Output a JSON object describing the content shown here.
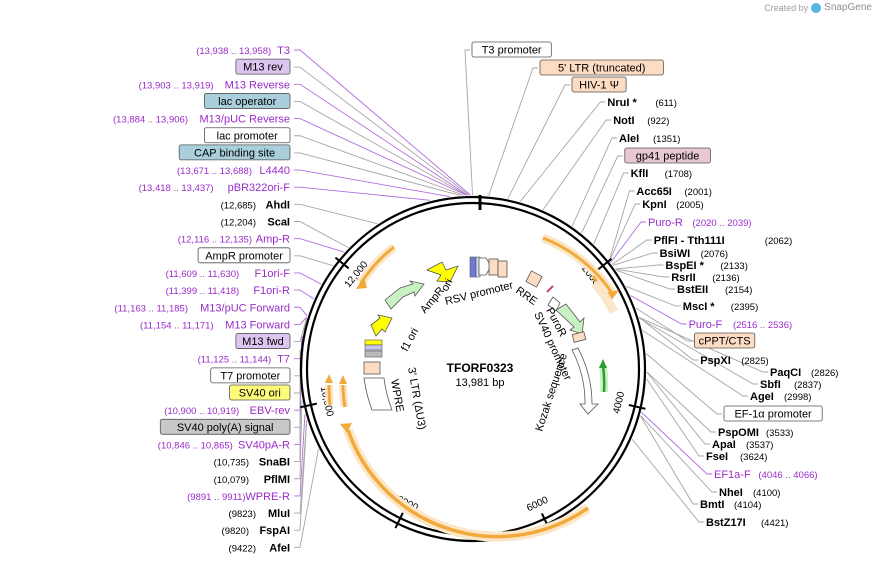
{
  "branding": {
    "created_by": "Created by",
    "app": "SnapGene"
  },
  "plasmid": {
    "name": "TFORF0323",
    "size_text": "13,981 bp",
    "total_bp": 13981
  },
  "colors": {
    "enzyme": "#000000",
    "primer": "#9b2bc9",
    "line": "#a6a6a6",
    "primer_line": "#b36de0",
    "orf_fill": "#f2a93a",
    "orf_halo": "#fbe7c8",
    "lac_fill": "#a9cfdc",
    "m13_fill": "#dcc5f0",
    "ltr_fill": "#fcdcc2",
    "gp41_fill": "#e8c9d2",
    "sv40ori_fill": "#fcfc7a",
    "polyA_fill": "#c8c8c8",
    "plain_fill": "#ffffff",
    "green_feat": "#c9f2c4",
    "yellow_feat": "#ffff00"
  },
  "ticks": [
    {
      "bp": 2000,
      "label": "2000"
    },
    {
      "bp": 4000,
      "label": "4000"
    },
    {
      "bp": 6000,
      "label": "6000"
    },
    {
      "bp": 8000,
      "label": "8000"
    },
    {
      "bp": 10000,
      "label": "10,000"
    },
    {
      "bp": 12000,
      "label": "12,000"
    }
  ],
  "inner_features": [
    {
      "label": "ori"
    },
    {
      "label": "AmpR"
    },
    {
      "label": "f1 ori"
    },
    {
      "label": "RSV promoter"
    },
    {
      "label": "RRE"
    },
    {
      "label": "PuroR"
    },
    {
      "label": "SV40 promoter"
    },
    {
      "label": "Kozak sequence"
    },
    {
      "label": "3' LTR (ΔU3)"
    },
    {
      "label": "WPRE"
    }
  ],
  "left_labels": [
    {
      "kind": "primer",
      "range": "(13,938 .. 13,958)",
      "name": "T3",
      "bp": 13948
    },
    {
      "kind": "box",
      "box": "m13",
      "name": "M13 rev",
      "bp": 13930
    },
    {
      "kind": "primer",
      "range": "(13,903 .. 13,919)",
      "name": "M13 Reverse",
      "bp": 13911
    },
    {
      "kind": "box",
      "box": "lac",
      "name": "lac operator",
      "bp": 13900
    },
    {
      "kind": "primer",
      "range": "(13,884 .. 13,906)",
      "name": "M13/pUC Reverse",
      "bp": 13895
    },
    {
      "kind": "box",
      "box": "plain",
      "name": "lac promoter",
      "bp": 13860
    },
    {
      "kind": "box",
      "box": "lac",
      "name": "CAP binding site",
      "bp": 13820
    },
    {
      "kind": "primer",
      "range": "(13,671 .. 13,688)",
      "name": "L4440",
      "bp": 13680
    },
    {
      "kind": "primer",
      "range": "(13,418 .. 13,437)",
      "name": "pBR322ori-F",
      "bp": 13428
    },
    {
      "kind": "enzyme",
      "range": "(12,685)",
      "name": "AhdI",
      "bp": 12685
    },
    {
      "kind": "enzyme",
      "range": "(12,204)",
      "name": "ScaI",
      "bp": 12204
    },
    {
      "kind": "primer",
      "range": "(12,116 .. 12,135)",
      "name": "Amp-R",
      "bp": 12126
    },
    {
      "kind": "box",
      "box": "plain",
      "name": "AmpR promoter",
      "bp": 11900
    },
    {
      "kind": "primer",
      "range": "(11,609 .. 11,630)",
      "name": "F1ori-F",
      "bp": 11620
    },
    {
      "kind": "primer",
      "range": "(11,399 .. 11,418)",
      "name": "F1ori-R",
      "bp": 11408
    },
    {
      "kind": "primer",
      "range": "(11,163 .. 11,185)",
      "name": "M13/pUC Forward",
      "bp": 11174
    },
    {
      "kind": "primer",
      "range": "(11,154 .. 11,171)",
      "name": "M13 Forward",
      "bp": 11162
    },
    {
      "kind": "box",
      "box": "m13",
      "name": "M13 fwd",
      "bp": 11150
    },
    {
      "kind": "primer",
      "range": "(11,125 .. 11,144)",
      "name": "T7",
      "bp": 11134
    },
    {
      "kind": "box",
      "box": "plain",
      "name": "T7 promoter",
      "bp": 11120
    },
    {
      "kind": "box",
      "box": "sv40ori",
      "name": "SV40 ori",
      "bp": 11050
    },
    {
      "kind": "primer",
      "range": "(10,900 .. 10,919)",
      "name": "EBV-rev",
      "bp": 10910
    },
    {
      "kind": "box",
      "box": "polyA",
      "name": "SV40 poly(A) signal",
      "bp": 10880
    },
    {
      "kind": "primer",
      "range": "(10,846 .. 10,865)",
      "name": "SV40pA-R",
      "bp": 10855
    },
    {
      "kind": "enzyme",
      "range": "(10,735)",
      "name": "SnaBI",
      "bp": 10735
    },
    {
      "kind": "enzyme",
      "range": "(10,079)",
      "name": "PflMI",
      "bp": 10079
    },
    {
      "kind": "primer",
      "range": "(9891 .. 9911)",
      "name": "WPRE-R",
      "bp": 9901
    },
    {
      "kind": "enzyme",
      "range": "(9823)",
      "name": "MluI",
      "bp": 9823
    },
    {
      "kind": "enzyme",
      "range": "(9820)",
      "name": "FspAI",
      "bp": 9820
    },
    {
      "kind": "enzyme",
      "range": "(9422)",
      "name": "AfeI",
      "bp": 9422
    }
  ],
  "right_labels": [
    {
      "kind": "box",
      "box": "plain",
      "name": "T3 promoter",
      "bp": 13975
    },
    {
      "kind": "box",
      "box": "ltr",
      "name": "5' LTR (truncated)",
      "bp": 200
    },
    {
      "kind": "box",
      "box": "ltr",
      "name": "HIV-1 Ψ",
      "bp": 450
    },
    {
      "kind": "enzyme",
      "name": "NruI *",
      "range": "(611)",
      "bp": 611
    },
    {
      "kind": "enzyme",
      "name": "NotI",
      "range": "(922)",
      "bp": 922
    },
    {
      "kind": "enzyme",
      "name": "AleI",
      "range": "(1351)",
      "bp": 1351
    },
    {
      "kind": "box",
      "box": "gp41",
      "name": "gp41 peptide",
      "bp": 1500
    },
    {
      "kind": "enzyme",
      "name": "KflI",
      "range": "(1708)",
      "bp": 1708
    },
    {
      "kind": "enzyme",
      "name": "Acc65I",
      "range": "(2001)",
      "bp": 2001
    },
    {
      "kind": "enzyme",
      "name": "KpnI",
      "range": "(2005)",
      "bp": 2005
    },
    {
      "kind": "primer",
      "name": "Puro-R",
      "range": "(2020 .. 2039)",
      "bp": 2030
    },
    {
      "kind": "enzyme",
      "name": "PflFI - Tth111I",
      "range": "(2062)",
      "bp": 2062
    },
    {
      "kind": "enzyme",
      "name": "BsiWI",
      "range": "(2076)",
      "bp": 2076
    },
    {
      "kind": "enzyme",
      "name": "BspEI *",
      "range": "(2133)",
      "bp": 2133
    },
    {
      "kind": "enzyme",
      "name": "RsrII",
      "range": "(2136)",
      "bp": 2136
    },
    {
      "kind": "enzyme",
      "name": "BstEII",
      "range": "(2154)",
      "bp": 2154
    },
    {
      "kind": "enzyme",
      "name": "MscI *",
      "range": "(2395)",
      "bp": 2395
    },
    {
      "kind": "primer",
      "name": "Puro-F",
      "range": "(2516 .. 2536)",
      "bp": 2526
    },
    {
      "kind": "box",
      "box": "ltr",
      "name": "cPPT/CTS",
      "bp": 2700
    },
    {
      "kind": "enzyme",
      "name": "PspXI",
      "range": "(2825)",
      "bp": 2825
    },
    {
      "kind": "enzyme",
      "name": "PaqCI",
      "range": "(2826)",
      "bp": 2826
    },
    {
      "kind": "enzyme",
      "name": "SbfI",
      "range": "(2837)",
      "bp": 2837
    },
    {
      "kind": "enzyme",
      "name": "AgeI",
      "range": "(2998)",
      "bp": 2998
    },
    {
      "kind": "box",
      "box": "plain",
      "name": "EF-1α promoter",
      "bp": 3300
    },
    {
      "kind": "enzyme",
      "name": "PspOMI",
      "range": "(3533)",
      "bp": 3533
    },
    {
      "kind": "enzyme",
      "name": "ApaI",
      "range": "(3537)",
      "bp": 3537
    },
    {
      "kind": "enzyme",
      "name": "FseI",
      "range": "(3624)",
      "bp": 3624
    },
    {
      "kind": "primer",
      "name": "EF1a-F",
      "range": "(4046 .. 4066)",
      "bp": 4056
    },
    {
      "kind": "enzyme",
      "name": "NheI",
      "range": "(4100)",
      "bp": 4100
    },
    {
      "kind": "enzyme",
      "name": "BmtI",
      "range": "(4104)",
      "bp": 4104
    },
    {
      "kind": "enzyme",
      "name": "BstZ17I",
      "range": "(4421)",
      "bp": 4421
    }
  ]
}
